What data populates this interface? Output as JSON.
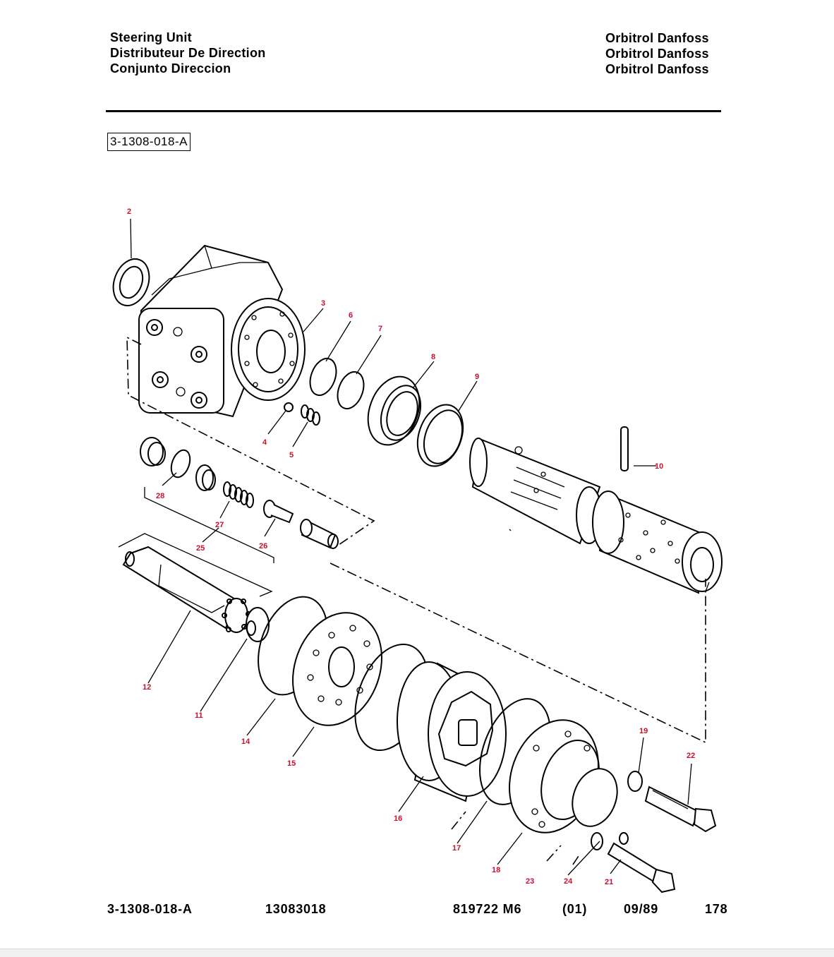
{
  "header": {
    "left_lines": [
      "Steering Unit",
      "Distributeur De Direction",
      "Conjunto Direccion"
    ],
    "right_lines": [
      "Orbitrol Danfoss",
      "Orbitrol Danfoss",
      "Orbitrol Danfoss"
    ]
  },
  "ref_box": "3-1308-018-A",
  "callouts": [
    "2",
    "3",
    "6",
    "7",
    "8",
    "9",
    "4",
    "5",
    "10",
    "28",
    "27",
    "26",
    "25",
    "12",
    "11",
    "14",
    "15",
    "16",
    "17",
    "18",
    "23",
    "24",
    "21",
    "19",
    "22"
  ],
  "footer": {
    "ref": "3-1308-018-A",
    "code": "13083018",
    "part": "819722 M6",
    "rev": "(01)",
    "date": "09/89",
    "page": "178"
  },
  "colors": {
    "callout": "#c8102e",
    "ink": "#000000"
  }
}
